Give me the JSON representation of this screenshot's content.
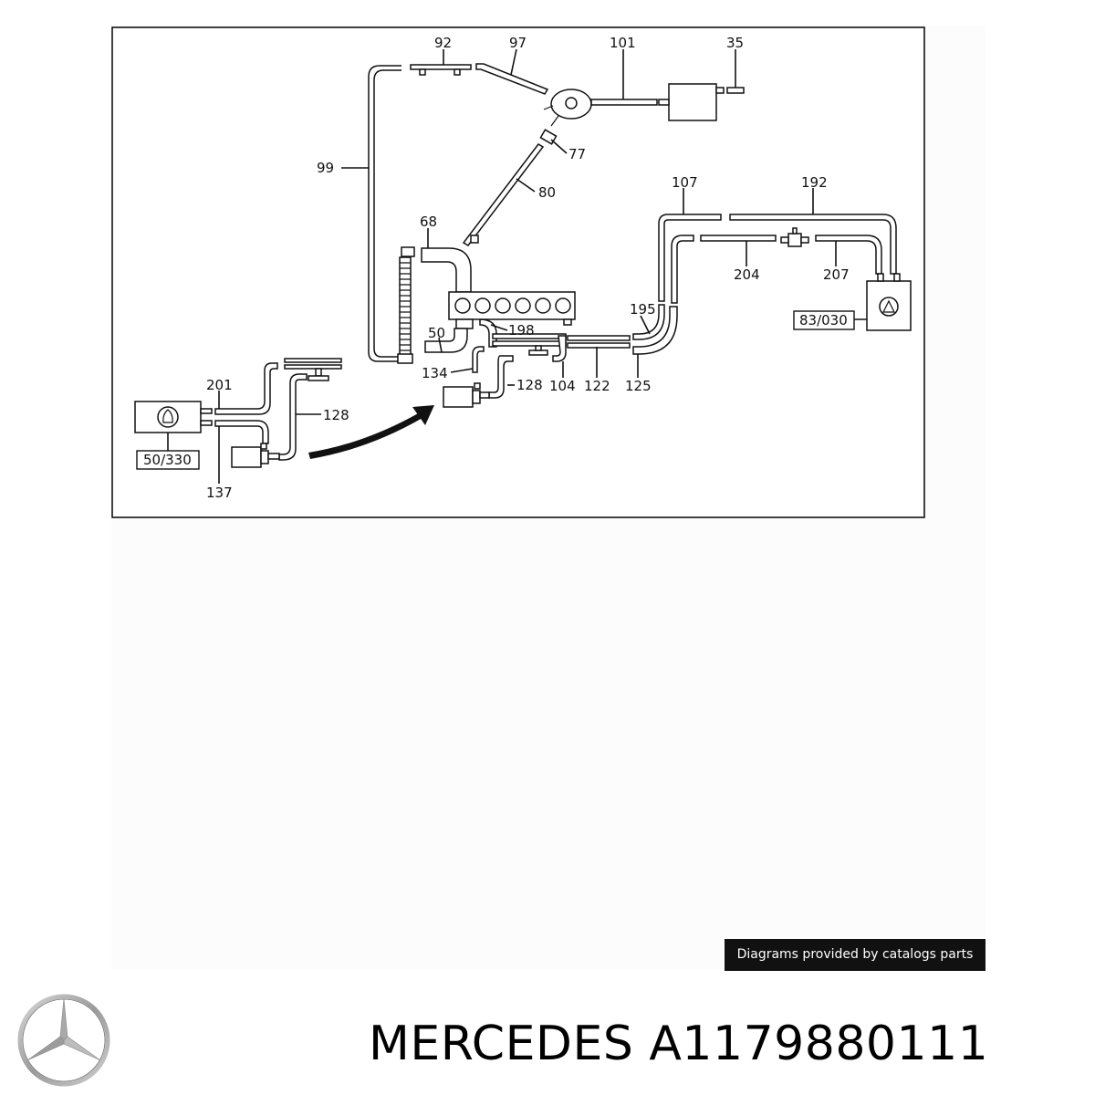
{
  "diagram": {
    "callouts": {
      "c92": "92",
      "c97": "97",
      "c101": "101",
      "c35": "35",
      "c77": "77",
      "c99": "99",
      "c80": "80",
      "c107": "107",
      "c192": "192",
      "c68": "68",
      "c204": "204",
      "c207": "207",
      "c195": "195",
      "c50": "50",
      "c198": "198",
      "c134": "134",
      "c201": "201",
      "c128a": "128",
      "c128b": "128",
      "c104": "104",
      "c122": "122",
      "c125": "125",
      "c137": "137"
    },
    "refs": {
      "left_unit": "50/330",
      "right_unit": "83/030"
    }
  },
  "credit": "Diagrams provided by catalogs parts",
  "title": "MERCEDES A1179880111",
  "brand_logo_icon": "mercedes-star-logo-icon"
}
